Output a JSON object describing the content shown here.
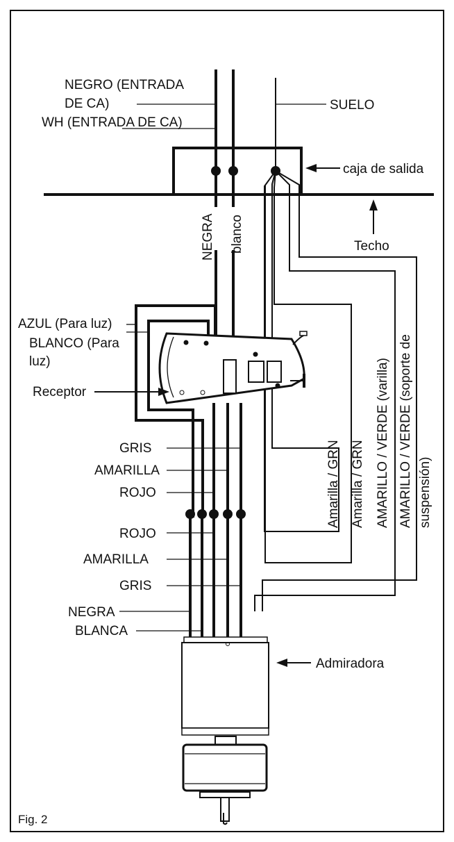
{
  "labels": {
    "negro_entrada_1": "NEGRO (ENTRADA",
    "negro_entrada_2": "DE CA)",
    "wh_entrada": "WH (ENTRADA DE CA)",
    "suelo": "SUELO",
    "caja_de_salida": "caja de salida",
    "techo": "Techo",
    "negra_vertical": "NEGRA",
    "blanco_vertical": "blanco",
    "azul": "AZUL (Para luz)",
    "blanco_para_luz_1": "BLANCO (Para",
    "blanco_para_luz_2": "luz)",
    "receptor": "Receptor",
    "gris_top": "GRIS",
    "amarilla_top": "AMARILLA",
    "rojo_top": "ROJO",
    "rojo_bottom": "ROJO",
    "amarilla_bottom": "AMARILLA",
    "gris_bottom": "GRIS",
    "negra_bottom": "NEGRA",
    "blanca_bottom": "BLANCA",
    "amarilla_grn_1": "Amarilla / GRN",
    "amarilla_grn_2": "Amarilla / GRN",
    "amarillo_verde_varilla": "AMARILLO / VERDE (varilla)",
    "amarillo_verde_soporte_1": "AMARILLO / VERDE (soporte de",
    "amarillo_verde_soporte_2": "suspensión)",
    "admiradora": "Admiradora",
    "fig": "Fig. 2"
  }
}
